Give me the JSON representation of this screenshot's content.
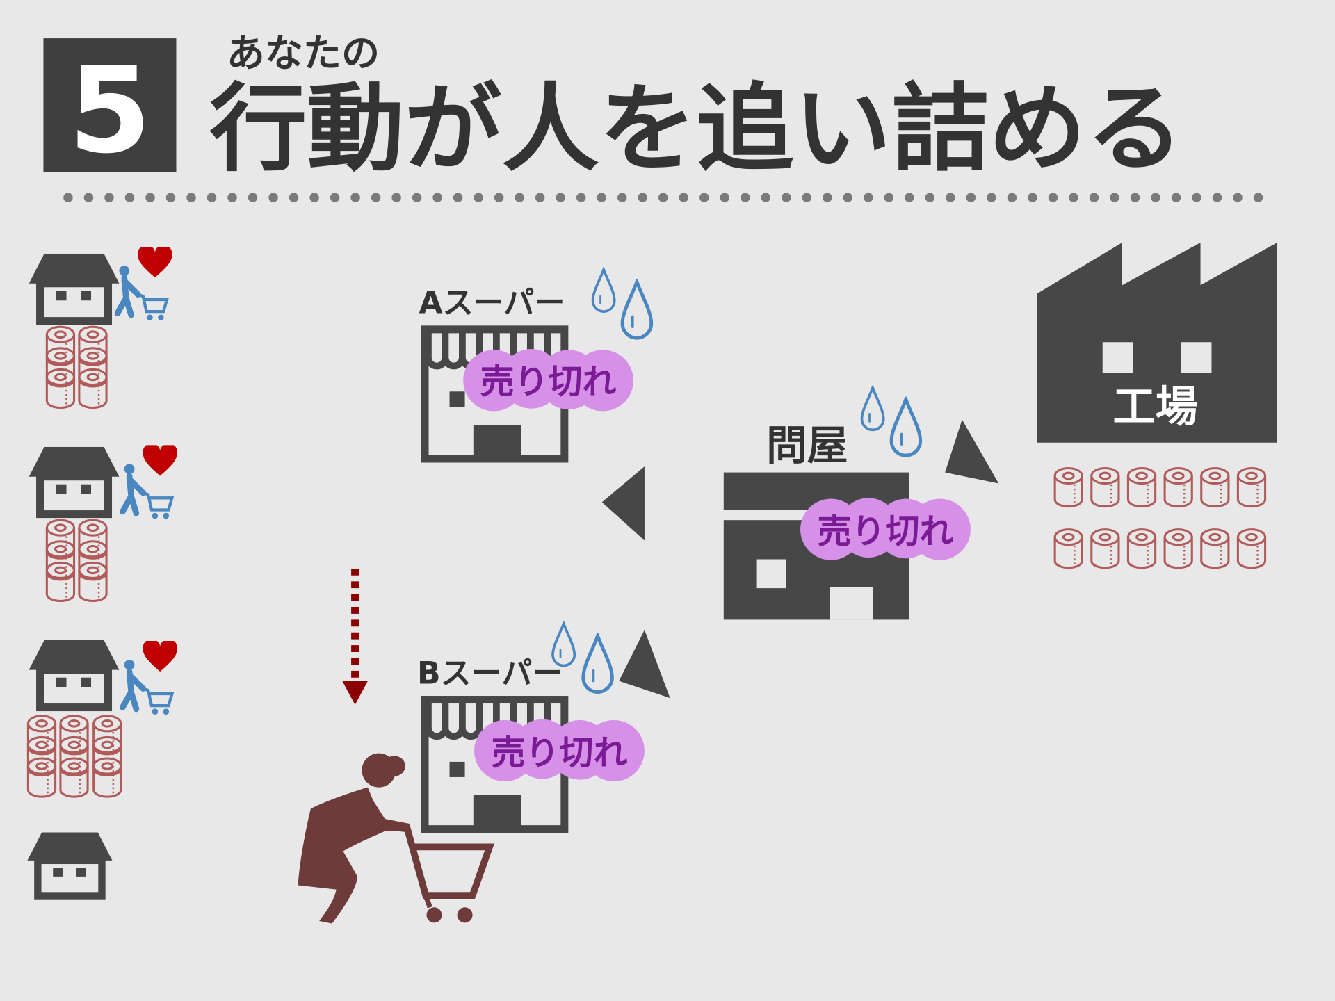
{
  "header": {
    "number": "5",
    "subtitle": "あなたの",
    "title": "行動が人を追い詰める"
  },
  "nodes": {
    "super_a": {
      "label": "Aスーパー",
      "badge": "売り切れ"
    },
    "super_b": {
      "label": "Bスーパー",
      "badge": "売り切れ"
    },
    "wholesaler": {
      "label": "問屋",
      "badge": "売り切れ"
    },
    "factory": {
      "label": "工場"
    }
  },
  "colors": {
    "background": "#e8e8e8",
    "dark": "#474747",
    "roll": "#b05a5a",
    "person": "#4a86c0",
    "heart": "#c00000",
    "badge_fill": "#d690e8",
    "badge_text": "#7a1a95",
    "woman": "#6e3b3b",
    "arrow": "#8b0000"
  }
}
